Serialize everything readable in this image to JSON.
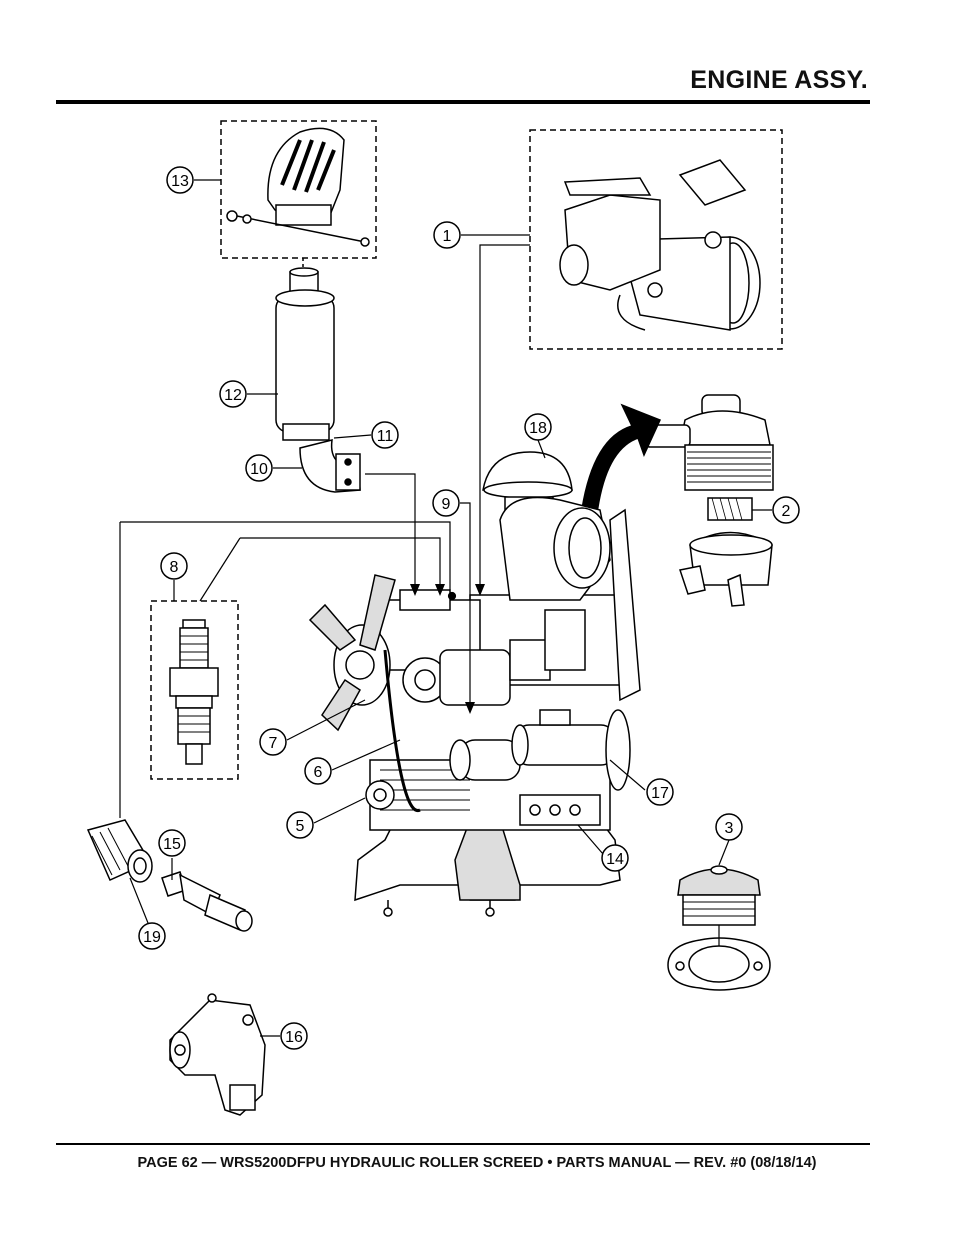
{
  "header": {
    "title": "ENGINE ASSY."
  },
  "footer": {
    "text": "PAGE 62 — WRS5200DFPU HYDRAULIC ROLLER SCREED • PARTS MANUAL  — REV. #0 (08/18/14)"
  },
  "callouts": [
    {
      "id": "c1",
      "label": "1",
      "part": "carburetor"
    },
    {
      "id": "c2",
      "label": "2",
      "part": "air-filter"
    },
    {
      "id": "c3",
      "label": "3",
      "part": "fuel-cap"
    },
    {
      "id": "c4",
      "label": "5",
      "part": "pulley"
    },
    {
      "id": "c5",
      "label": "6",
      "part": "belt"
    },
    {
      "id": "c6",
      "label": "7",
      "part": "fan"
    },
    {
      "id": "c7",
      "label": "8",
      "part": "spark-plug"
    },
    {
      "id": "c8",
      "label": "9",
      "part": "engine-connection"
    },
    {
      "id": "c9",
      "label": "10",
      "part": "elbow"
    },
    {
      "id": "c10",
      "label": "11",
      "part": "clamp"
    },
    {
      "id": "c11",
      "label": "12",
      "part": "muffler"
    },
    {
      "id": "c12",
      "label": "13",
      "part": "muffler-guard"
    },
    {
      "id": "c13",
      "label": "14",
      "part": "bolt"
    },
    {
      "id": "c14",
      "label": "15",
      "part": "sensor"
    },
    {
      "id": "c15",
      "label": "16",
      "part": "water-pump"
    },
    {
      "id": "c16",
      "label": "17",
      "part": "starter"
    },
    {
      "id": "c17",
      "label": "18",
      "part": "cover"
    },
    {
      "id": "c18",
      "label": "19",
      "part": "fitting"
    }
  ],
  "colors": {
    "ink": "#000000",
    "paper": "#ffffff",
    "shade": "#d8d8d8"
  }
}
